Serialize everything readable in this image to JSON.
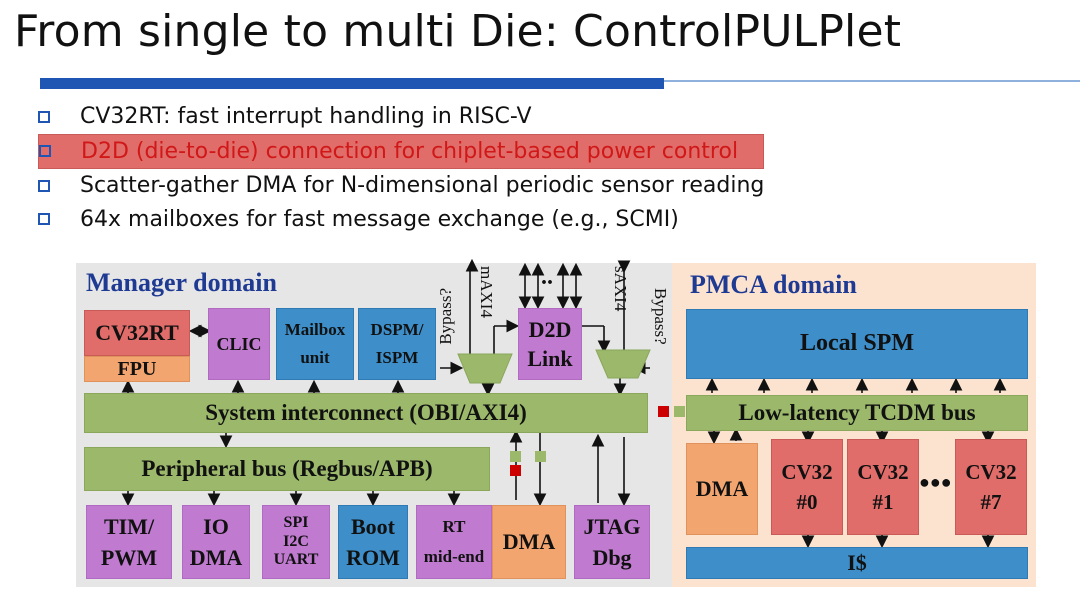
{
  "slide": {
    "title": "From single to multi Die: ControlPULPlet",
    "bullets": [
      {
        "text": "CV32RT: fast interrupt handling in RISC-V",
        "color": "#111111"
      },
      {
        "text": "D2D (die-to-die) connection for chiplet-based power control",
        "color": "#d01818"
      },
      {
        "text": "Scatter-gather DMA for N-dimensional periodic sensor reading",
        "color": "#111111"
      },
      {
        "text": "64x mailboxes for fast message exchange (e.g., SCMI)",
        "color": "#111111"
      }
    ]
  },
  "diagram": {
    "manager": {
      "title": "Manager domain",
      "cv32rt": "CV32RT",
      "fpu": "FPU",
      "clic": "CLIC",
      "mailbox": [
        "Mailbox",
        "unit"
      ],
      "dspm": [
        "DSPM/",
        "ISPM"
      ],
      "bypass_left": "Bypass?",
      "maxi": "mAXI4",
      "d2d": [
        "D2D",
        "Link"
      ],
      "saxi": "sAXI4",
      "bypass_right": "Bypass?",
      "interconnect": "System interconnect (OBI/AXI4)",
      "periph": "Peripheral bus (Regbus/APB)",
      "tim": [
        "TIM/",
        "PWM"
      ],
      "iodma": [
        "IO",
        "DMA"
      ],
      "spi": [
        "SPI",
        "I2C",
        "UART"
      ],
      "boot": [
        "Boot",
        "ROM"
      ],
      "rt": [
        "RT",
        "mid-end"
      ],
      "dma": "DMA",
      "jtag": [
        "JTAG",
        "Dbg"
      ]
    },
    "pmca": {
      "title": "PMCA domain",
      "local_spm": "Local SPM",
      "tcdm": "Low-latency TCDM bus",
      "dma": "DMA",
      "cores": [
        [
          "CV32",
          "#0"
        ],
        [
          "CV32",
          "#1"
        ],
        [
          "CV32",
          "#7"
        ]
      ],
      "ellipsis": "●●●",
      "icache": "I$"
    },
    "top_dots": "..",
    "colors": {
      "purple": "#c07bd0",
      "blue": "#3d8ec9",
      "green": "#9bb86b",
      "red": "#e06d6a",
      "orange": "#f3a56f",
      "title_blue": "#1f3a93"
    }
  }
}
